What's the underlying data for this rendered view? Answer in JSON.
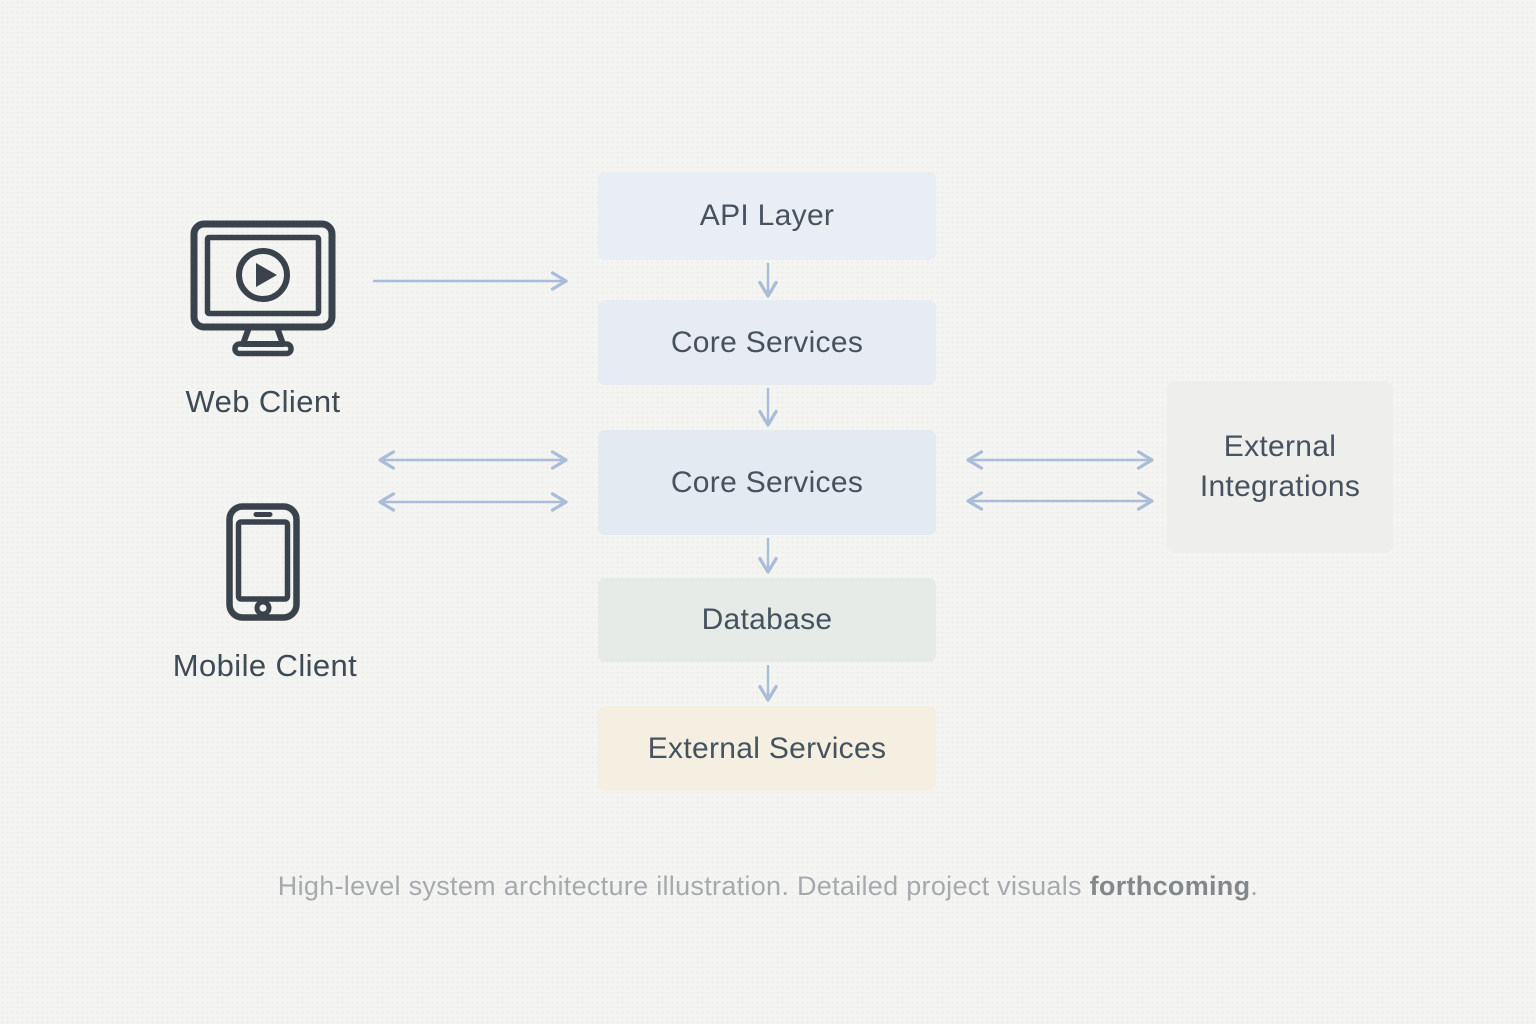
{
  "diagram": {
    "clients": [
      {
        "id": "web-client",
        "label": "Web Client",
        "icon": "monitor-play-icon"
      },
      {
        "id": "mobile-client",
        "label": "Mobile Client",
        "icon": "smartphone-icon"
      }
    ],
    "nodes": [
      {
        "id": "api-layer",
        "label": "API Layer",
        "bg": "#e9edf4"
      },
      {
        "id": "core-services-upper",
        "label": "Core Services",
        "bg": "#e7ecf4"
      },
      {
        "id": "core-services-main",
        "label": "Core Services",
        "bg": "#e4eaf2"
      },
      {
        "id": "database",
        "label": "Database",
        "bg": "#e6ebe8"
      },
      {
        "id": "external-services",
        "label": "External Services",
        "bg": "#f5efe2"
      }
    ],
    "side_node": {
      "id": "external-integrations",
      "line1": "External",
      "line2": "Integrations",
      "bg": "#eeeeec"
    },
    "connections": [
      "web-client -> api-layer",
      "api-layer -> core-services-upper",
      "core-services-upper -> core-services-main",
      "clients <-> core-services-main (x2)",
      "core-services-main <-> external-integrations (x2)",
      "core-services-main -> database",
      "database -> external-services"
    ],
    "colors": {
      "arrow": "#a9bdd8",
      "node_text": "#47525f",
      "client_label_text": "#3e4a54",
      "icon_stroke": "#3a434c",
      "background": "#f4f4f2"
    }
  },
  "caption": {
    "lead": "High-level system architecture illustration. Detailed project visuals ",
    "emphasis": "forthcoming",
    "tail": "."
  }
}
